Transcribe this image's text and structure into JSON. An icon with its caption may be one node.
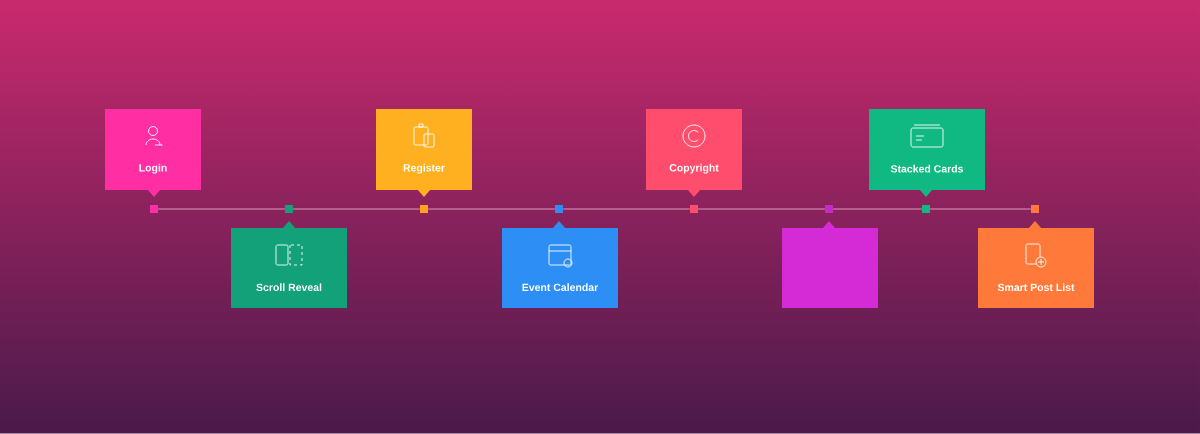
{
  "diagram": {
    "nodes": [
      {
        "text": [
          "Login"
        ]
      },
      {
        "text": [
          "Scroll Reveal"
        ]
      },
      {
        "text": [
          "Register"
        ]
      },
      {
        "text": [
          "Event Calendar"
        ]
      },
      {
        "text": [
          "Copyright"
        ]
      },
      {
        "text": [],
        "shape": "box"
      },
      {
        "text": [
          "Stacked Cards"
        ]
      },
      {
        "text": [
          "Smart Post List"
        ]
      },
      {
        "text": [],
        "shape": "box"
      },
      {
        "text": [],
        "shape": "box"
      },
      {
        "text": [],
        "shape": "box"
      },
      {
        "text": [],
        "shape": "box"
      },
      {
        "text": [],
        "shape": "box"
      },
      {
        "text": [],
        "shape": "box"
      },
      {
        "text": [],
        "shape": "box"
      },
      {
        "text": [],
        "shape": "box"
      }
    ],
    "edges": [
      {
        "from": 8,
        "to": 9,
        "arrow": "none"
      },
      {
        "from": 9,
        "to": 10,
        "arrow": "none"
      },
      {
        "from": 10,
        "to": 11,
        "arrow": "none"
      },
      {
        "from": 11,
        "to": 12,
        "arrow": "none"
      },
      {
        "from": 12,
        "to": 13,
        "arrow": "none"
      },
      {
        "from": 13,
        "to": 14,
        "arrow": "none"
      },
      {
        "from": 14,
        "to": 15,
        "arrow": "none"
      }
    ]
  }
}
